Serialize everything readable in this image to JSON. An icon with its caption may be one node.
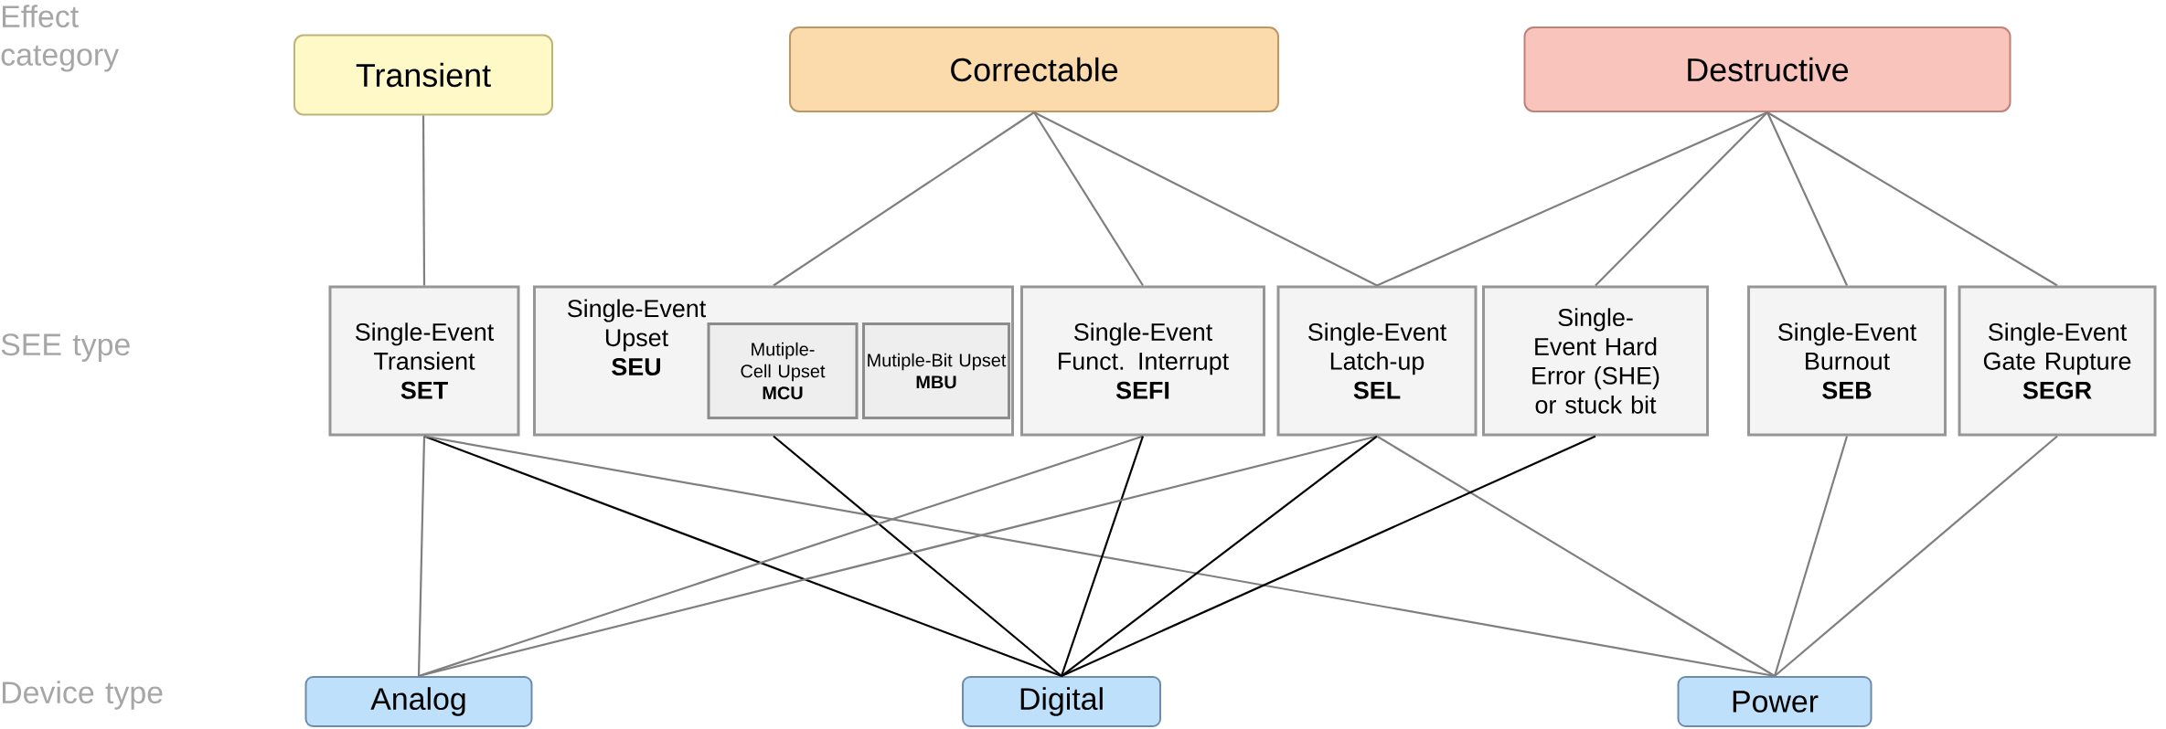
{
  "diagram": {
    "nodes": [
      {
        "text": [
          "Transient"
        ]
      },
      {
        "text": [
          "Correctable"
        ]
      },
      {
        "text": [
          "Destructive"
        ]
      },
      {
        "text": [
          "Single-Event Transient",
          "SET"
        ]
      },
      {
        "text": [
          "Single-Event Upset",
          "SEU"
        ]
      },
      {
        "text": [
          "Mutiple-Cell Upset",
          "MCU"
        ],
        "in": 4
      },
      {
        "text": [
          "Mutiple-Bit Upset",
          "MBU"
        ],
        "in": 4
      },
      {
        "text": [
          "Single-Event Funct. Interrupt",
          "SEFI"
        ]
      },
      {
        "text": [
          "Single-Event Latch-up",
          "SEL"
        ]
      },
      {
        "text": [
          "Single-Event Hard Error (SHE) or stuck bit"
        ]
      },
      {
        "text": [
          "Single-Event Burnout",
          "SEB"
        ]
      },
      {
        "text": [
          "Single-Event Gate Rupture",
          "SEGR"
        ]
      },
      {
        "text": [
          "Analog"
        ]
      },
      {
        "text": [
          "Digital"
        ]
      },
      {
        "text": [
          "Power"
        ]
      }
    ],
    "edges": [
      {
        "from": 0,
        "to": 3,
        "arrow": "none"
      },
      {
        "from": 1,
        "to": 4,
        "arrow": "none"
      },
      {
        "from": 1,
        "to": 7,
        "arrow": "none"
      },
      {
        "from": 1,
        "to": 8,
        "arrow": "none"
      },
      {
        "from": 2,
        "to": 8,
        "arrow": "none"
      },
      {
        "from": 2,
        "to": 9,
        "arrow": "none"
      },
      {
        "from": 2,
        "to": 10,
        "arrow": "none"
      },
      {
        "from": 2,
        "to": 11,
        "arrow": "none"
      },
      {
        "from": 3,
        "to": 12,
        "arrow": "none"
      },
      {
        "from": 3,
        "to": 13,
        "arrow": "none",
        "color": "#000000"
      },
      {
        "from": 3,
        "to": 14,
        "arrow": "none"
      },
      {
        "from": 4,
        "to": 13,
        "arrow": "none",
        "color": "#000000"
      },
      {
        "from": 7,
        "to": 12,
        "arrow": "none"
      },
      {
        "from": 7,
        "to": 13,
        "arrow": "none",
        "color": "#000000"
      },
      {
        "from": 8,
        "to": 12,
        "arrow": "none"
      },
      {
        "from": 8,
        "to": 13,
        "arrow": "none",
        "color": "#000000"
      },
      {
        "from": 8,
        "to": 14,
        "arrow": "none"
      },
      {
        "from": 9,
        "to": 13,
        "arrow": "none",
        "color": "#000000"
      },
      {
        "from": 10,
        "to": 14,
        "arrow": "none"
      },
      {
        "from": 11,
        "to": 14,
        "arrow": "none"
      }
    ],
    "labels": [
      "Effect category",
      "SEE type",
      "Device type"
    ]
  }
}
